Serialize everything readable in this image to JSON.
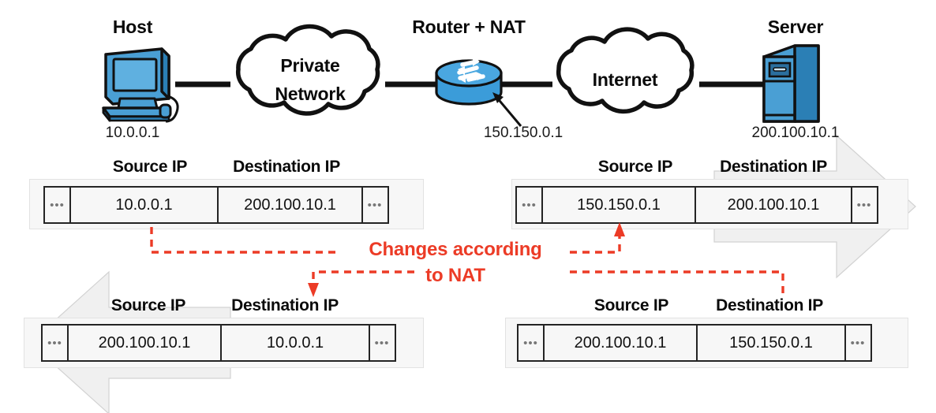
{
  "diagram": {
    "title_hidden": "NAT address translation diagram",
    "colors": {
      "device_blue": "#4a9fd4",
      "device_blue_dark": "#2b7fb5",
      "annotation_red": "#ec3b26",
      "cell_border": "#242424",
      "panel_fill": "#f7f7f7",
      "ghost_arrow": "#f0f0f0"
    },
    "topology": {
      "nodes": [
        {
          "id": "host",
          "label": "Host",
          "ip": "10.0.0.1",
          "icon": "desktop-computer-icon"
        },
        {
          "id": "private",
          "label": "Private\nNetwork",
          "line1": "Private",
          "line2": "Network",
          "icon": "cloud-icon"
        },
        {
          "id": "router",
          "label": "Router + NAT",
          "ip": "150.150.0.1",
          "icon": "router-icon"
        },
        {
          "id": "internet",
          "label": "Internet",
          "line1": "Internet",
          "icon": "cloud-icon"
        },
        {
          "id": "server",
          "label": "Server",
          "ip": "200.100.10.1",
          "icon": "server-rack-icon"
        }
      ]
    },
    "captions": {
      "source": "Source IP",
      "destination": "Destination IP",
      "ellipsis": "•••"
    },
    "annotation": {
      "line1": "Changes according",
      "line2": "to NAT"
    },
    "packets": [
      {
        "id": "outbound-pre-nat",
        "position": "top-left",
        "direction": "right",
        "fields": [
          {
            "name": "leading-ellipsis",
            "caption": "",
            "value": "•••"
          },
          {
            "name": "source-ip",
            "caption": "Source IP",
            "value": "10.0.0.1"
          },
          {
            "name": "destination-ip",
            "caption": "Destination IP",
            "value": "200.100.10.1"
          },
          {
            "name": "trailing-ellipsis",
            "caption": "",
            "value": "•••"
          }
        ]
      },
      {
        "id": "outbound-post-nat",
        "position": "top-right",
        "direction": "right",
        "fields": [
          {
            "name": "leading-ellipsis",
            "caption": "",
            "value": "•••"
          },
          {
            "name": "source-ip",
            "caption": "Source IP",
            "value": "150.150.0.1"
          },
          {
            "name": "destination-ip",
            "caption": "Destination IP",
            "value": "200.100.10.1"
          },
          {
            "name": "trailing-ellipsis",
            "caption": "",
            "value": "•••"
          }
        ]
      },
      {
        "id": "inbound-post-nat",
        "position": "bottom-left",
        "direction": "left",
        "fields": [
          {
            "name": "leading-ellipsis",
            "caption": "",
            "value": "•••"
          },
          {
            "name": "source-ip",
            "caption": "Source IP",
            "value": "200.100.10.1"
          },
          {
            "name": "destination-ip",
            "caption": "Destination IP",
            "value": "10.0.0.1"
          },
          {
            "name": "trailing-ellipsis",
            "caption": "",
            "value": "•••"
          }
        ]
      },
      {
        "id": "inbound-pre-nat",
        "position": "bottom-right",
        "direction": "left",
        "fields": [
          {
            "name": "leading-ellipsis",
            "caption": "",
            "value": "•••"
          },
          {
            "name": "source-ip",
            "caption": "Source IP",
            "value": "200.100.10.1"
          },
          {
            "name": "destination-ip",
            "caption": "Destination IP",
            "value": "150.150.0.1"
          },
          {
            "name": "trailing-ellipsis",
            "caption": "",
            "value": "•••"
          }
        ]
      }
    ]
  }
}
